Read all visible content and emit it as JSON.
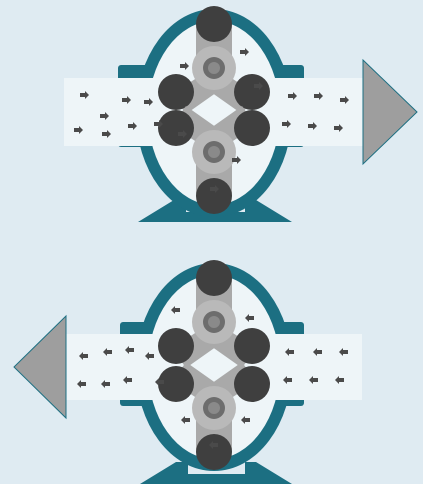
{
  "colors": {
    "background": "#dfebf2",
    "casing": "#1c6f82",
    "channel": "#eef5f8",
    "lobe_dark": "#3f3f3f",
    "lobe_light": "#a9a9a9",
    "hub": "#6d6d6d",
    "arrow_head": "#9e9e9e",
    "particle": "#4a4a4a"
  },
  "pumps": [
    {
      "id": "pump-top",
      "flow_direction": "left-to-right",
      "icons": [
        "lobe-rotor-icon",
        "lobe-rotor-icon",
        "flow-arrow-right-icon"
      ]
    },
    {
      "id": "pump-bottom",
      "flow_direction": "right-to-left",
      "icons": [
        "lobe-rotor-icon",
        "lobe-rotor-icon",
        "flow-arrow-left-icon"
      ]
    }
  ]
}
